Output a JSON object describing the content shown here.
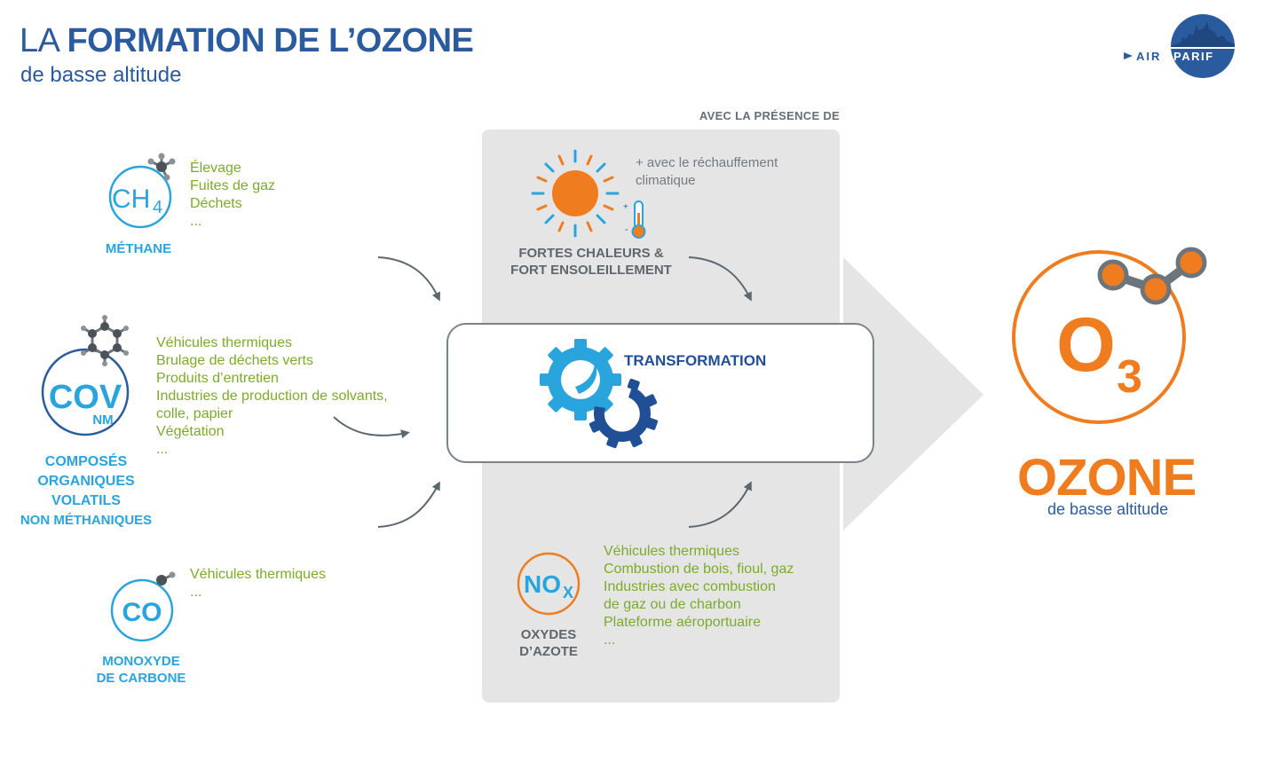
{
  "header": {
    "title_light": "LA ",
    "title_bold": "FORMATION DE L’OZONE",
    "subtitle": "de basse altitude"
  },
  "logo": {
    "text_air": "AIR",
    "text_parif": "PARIF"
  },
  "presence": {
    "label": "AVEC LA PRÉSENCE DE",
    "heat_note": [
      "+ avec le réchauffement",
      "climatique"
    ],
    "heat_caption": [
      "FORTES CHALEURS &",
      "FORT ENSOLEILLEMENT"
    ],
    "thermo_plus": "+",
    "thermo_minus": "-"
  },
  "transformation": {
    "label": "TRANSFORMATION"
  },
  "sources": {
    "methane": {
      "formula": "CH",
      "formula_sub": "4",
      "caption": [
        "MÉTHANE"
      ],
      "items": [
        "Élevage",
        "Fuites de gaz",
        "Déchets",
        "..."
      ]
    },
    "cov": {
      "formula": "COV",
      "formula_sub": "NM",
      "caption": [
        "COMPOSÉS",
        "ORGANIQUES",
        "VOLATILS",
        "NON MÉTHANIQUES"
      ],
      "items": [
        "Véhicules thermiques",
        "Brulage de déchets verts",
        "Produits d’entretien",
        "Industries de production de solvants,",
        "colle, papier",
        "Végétation",
        "..."
      ]
    },
    "co": {
      "formula": "CO",
      "caption": [
        "MONOXYDE",
        "DE CARBONE"
      ],
      "items": [
        "Véhicules thermiques",
        "..."
      ]
    },
    "nox": {
      "formula": "NO",
      "formula_sub": "X",
      "caption": [
        "OXYDES",
        "D’AZOTE"
      ],
      "items": [
        "Véhicules thermiques",
        "Combustion de bois, fioul, gaz",
        "Industries avec combustion",
        "de gaz ou de charbon",
        "Plateforme aéroportuaire",
        "..."
      ]
    }
  },
  "result": {
    "formula": "O",
    "formula_sub": "3",
    "name": "OZONE",
    "subtitle": "de basse altitude"
  },
  "colors": {
    "dark_blue": "#2a5b9e",
    "light_blue": "#29a4dd",
    "green": "#7bab2b",
    "orange": "#ef7d1f",
    "gray_panel": "#e5e5e5"
  },
  "icons": [
    "molecule-icon",
    "benzene-icon",
    "sun-icon",
    "thermometer-icon",
    "gear-icon",
    "curved-arrow-icon",
    "ozone-molecule-icon"
  ]
}
